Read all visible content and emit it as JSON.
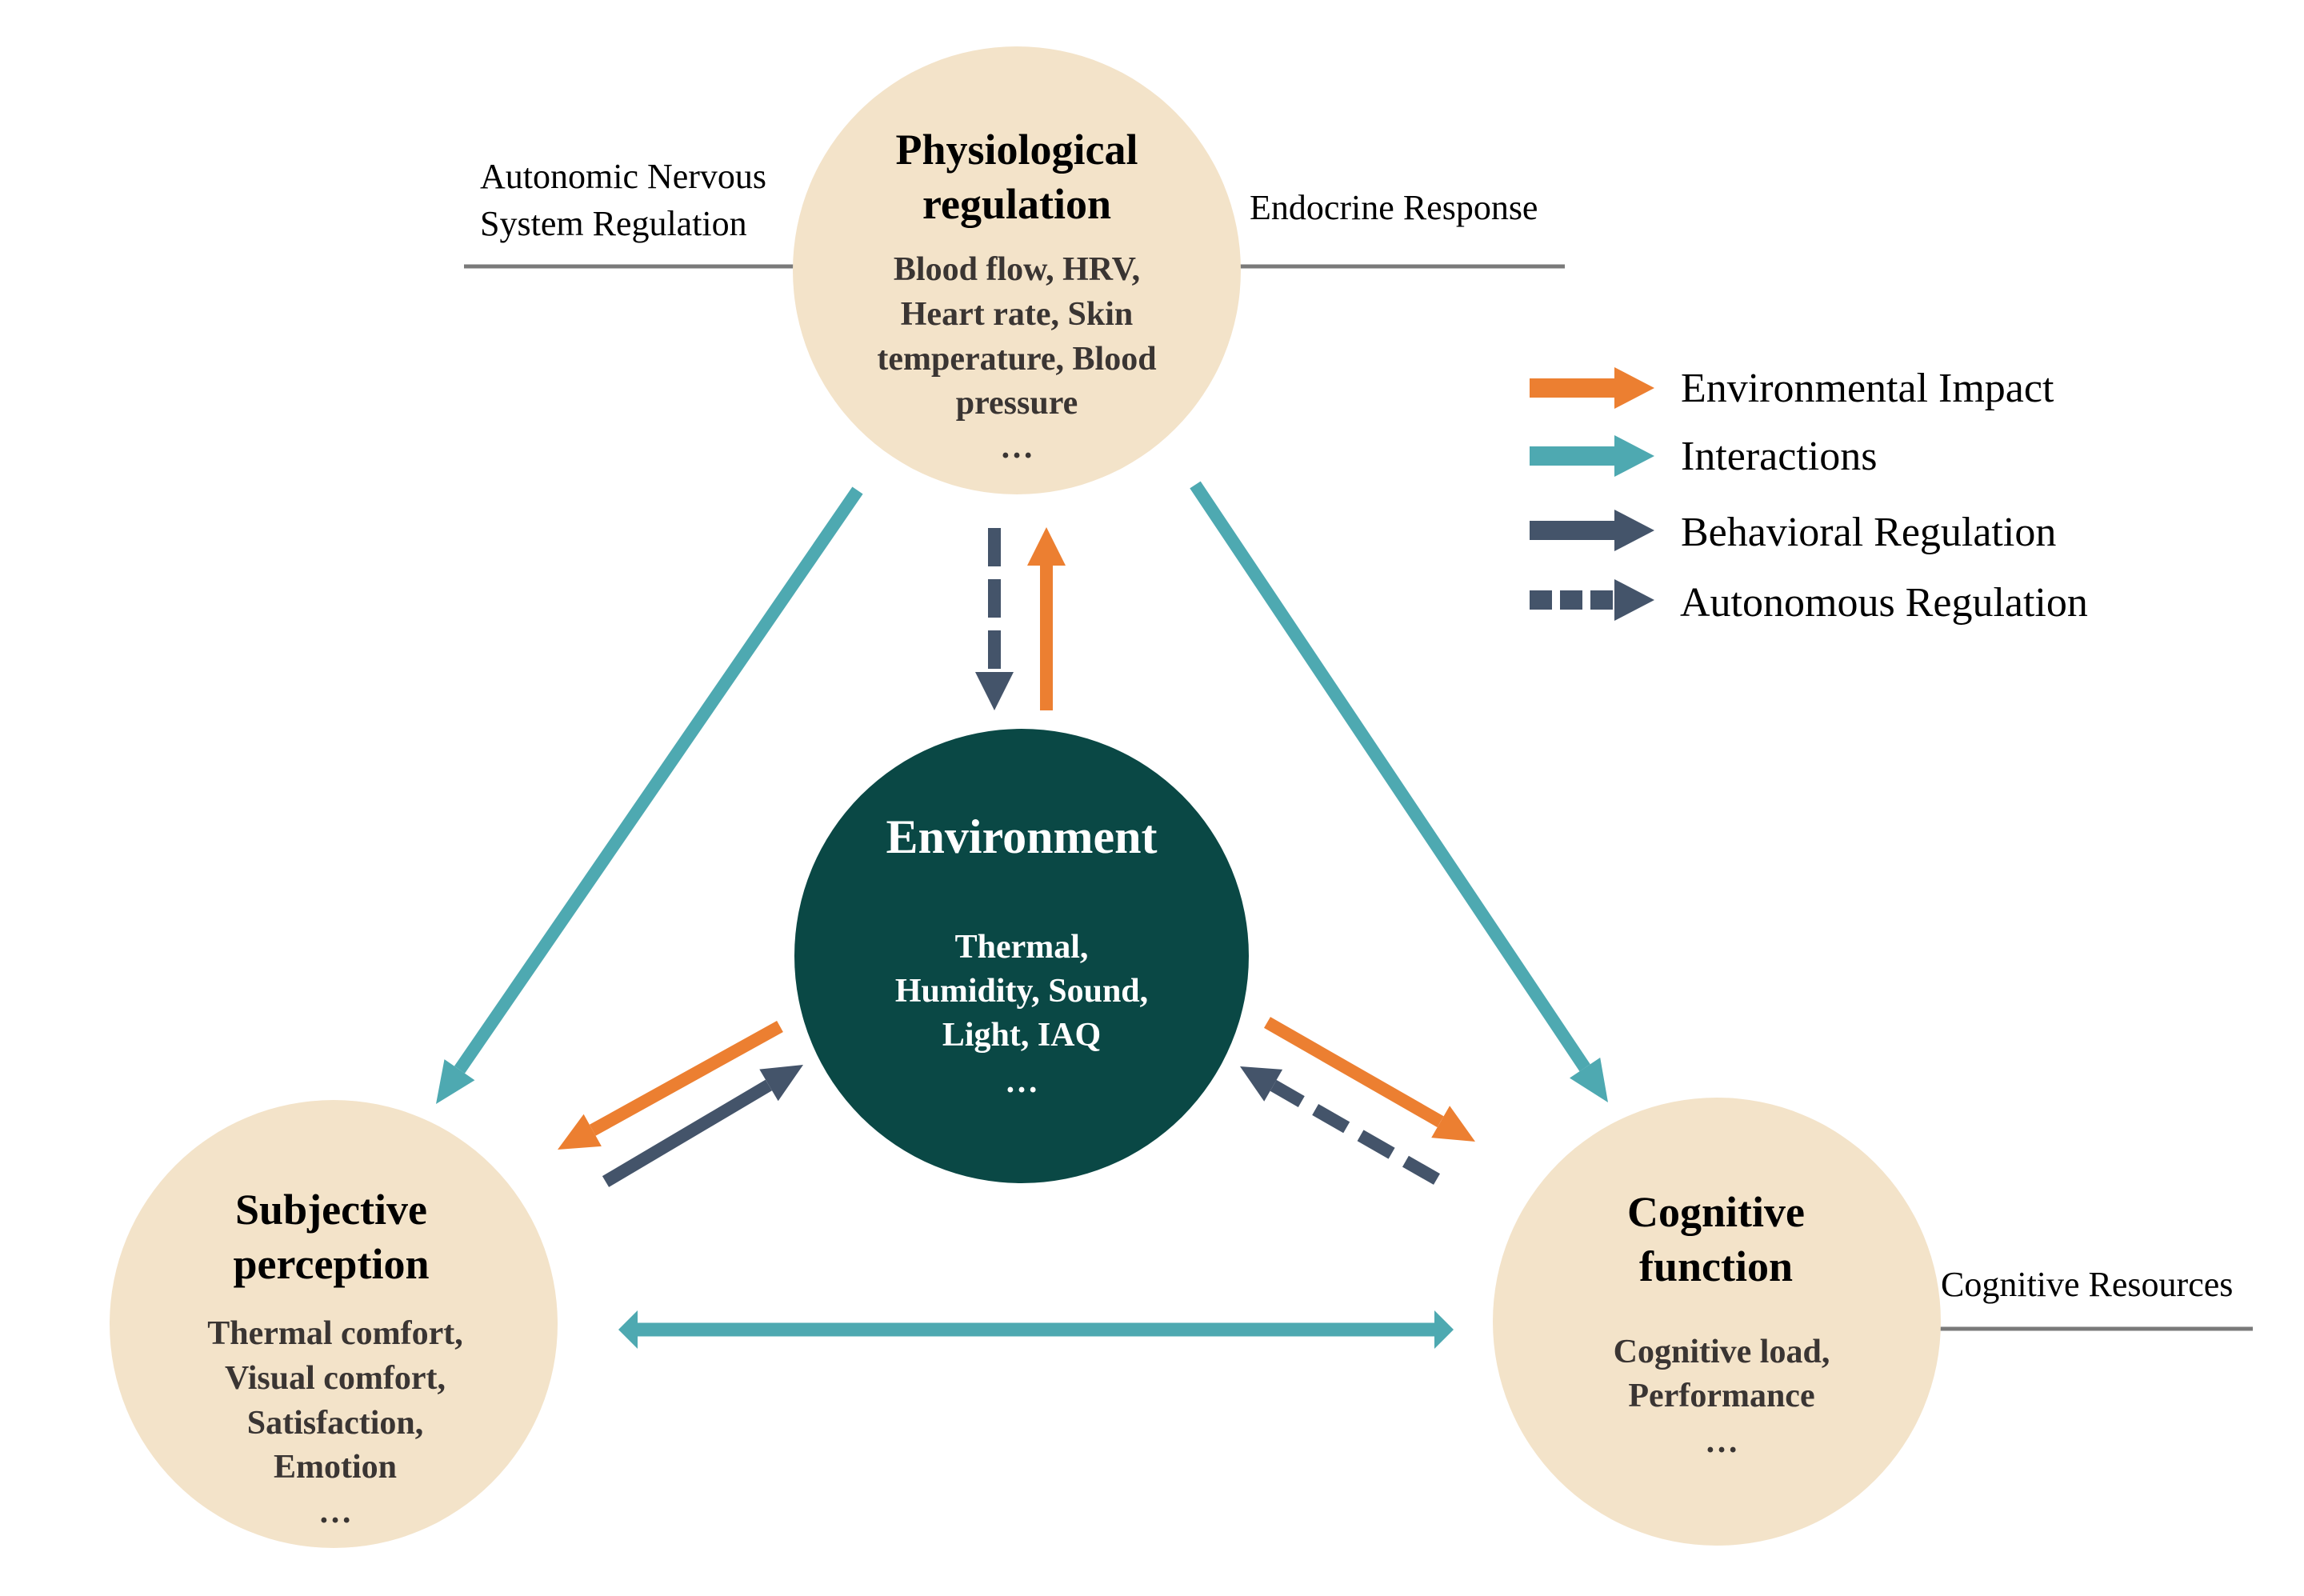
{
  "colors": {
    "background": "#ffffff",
    "node_fill": "#f3e3c9",
    "environment_fill": "#0a4845",
    "environmental_impact": "#ec7f31",
    "interactions": "#4ea9b1",
    "regulation": "#44546a",
    "side_line": "#7a7a7a",
    "body_text": "#3a3533"
  },
  "nodes": {
    "physiological": {
      "title": [
        "Physiological",
        "regulation"
      ],
      "items": [
        "Blood flow, HRV,",
        "Heart rate, Skin",
        "temperature, Blood",
        "pressure",
        "…"
      ]
    },
    "environment": {
      "title": [
        "Environment"
      ],
      "items": [
        "Thermal,",
        "Humidity, Sound,",
        "Light, IAQ",
        "…"
      ]
    },
    "subjective": {
      "title": [
        "Subjective",
        "perception"
      ],
      "items": [
        "Thermal comfort,",
        "Visual comfort,",
        "Satisfaction,",
        "Emotion",
        "…"
      ]
    },
    "cognitive": {
      "title": [
        "Cognitive",
        "function"
      ],
      "items": [
        "Cognitive load,",
        "Performance",
        "…"
      ]
    }
  },
  "side_labels": {
    "autonomic": [
      "Autonomic Nervous",
      "System Regulation"
    ],
    "endocrine": [
      "Endocrine Response"
    ],
    "cognitive_resources": [
      "Cognitive Resources"
    ]
  },
  "legend": [
    {
      "key": "environmental_impact",
      "label": "Environmental Impact",
      "style": "solid"
    },
    {
      "key": "interactions",
      "label": "Interactions",
      "style": "solid"
    },
    {
      "key": "behavioral_regulation",
      "label": "Behavioral Regulation",
      "style": "solid"
    },
    {
      "key": "autonomous_regulation",
      "label": "Autonomous Regulation",
      "style": "dashed"
    }
  ],
  "edges": [
    {
      "name": "physiological-to-subjective",
      "type": "interactions",
      "from": "Physiological regulation",
      "to": "Subjective perception",
      "style": "solid"
    },
    {
      "name": "physiological-to-cognitive",
      "type": "interactions",
      "from": "Physiological regulation",
      "to": "Cognitive function",
      "style": "solid"
    },
    {
      "name": "subjective-cognitive",
      "type": "interactions",
      "from": "Subjective perception",
      "to": "Cognitive function",
      "style": "solid",
      "bidirectional": true
    },
    {
      "name": "physiological-to-environment",
      "type": "autonomous_regulation",
      "from": "Physiological regulation",
      "to": "Environment",
      "style": "dashed"
    },
    {
      "name": "environment-to-physiological",
      "type": "environmental_impact",
      "from": "Environment",
      "to": "Physiological regulation",
      "style": "solid"
    },
    {
      "name": "environment-to-subjective",
      "type": "environmental_impact",
      "from": "Environment",
      "to": "Subjective perception",
      "style": "solid"
    },
    {
      "name": "subjective-to-environment",
      "type": "behavioral_regulation",
      "from": "Subjective perception",
      "to": "Environment",
      "style": "solid"
    },
    {
      "name": "environment-to-cognitive",
      "type": "environmental_impact",
      "from": "Environment",
      "to": "Cognitive function",
      "style": "solid"
    },
    {
      "name": "cognitive-to-environment",
      "type": "autonomous_regulation",
      "from": "Cognitive function",
      "to": "Environment",
      "style": "dashed"
    }
  ]
}
